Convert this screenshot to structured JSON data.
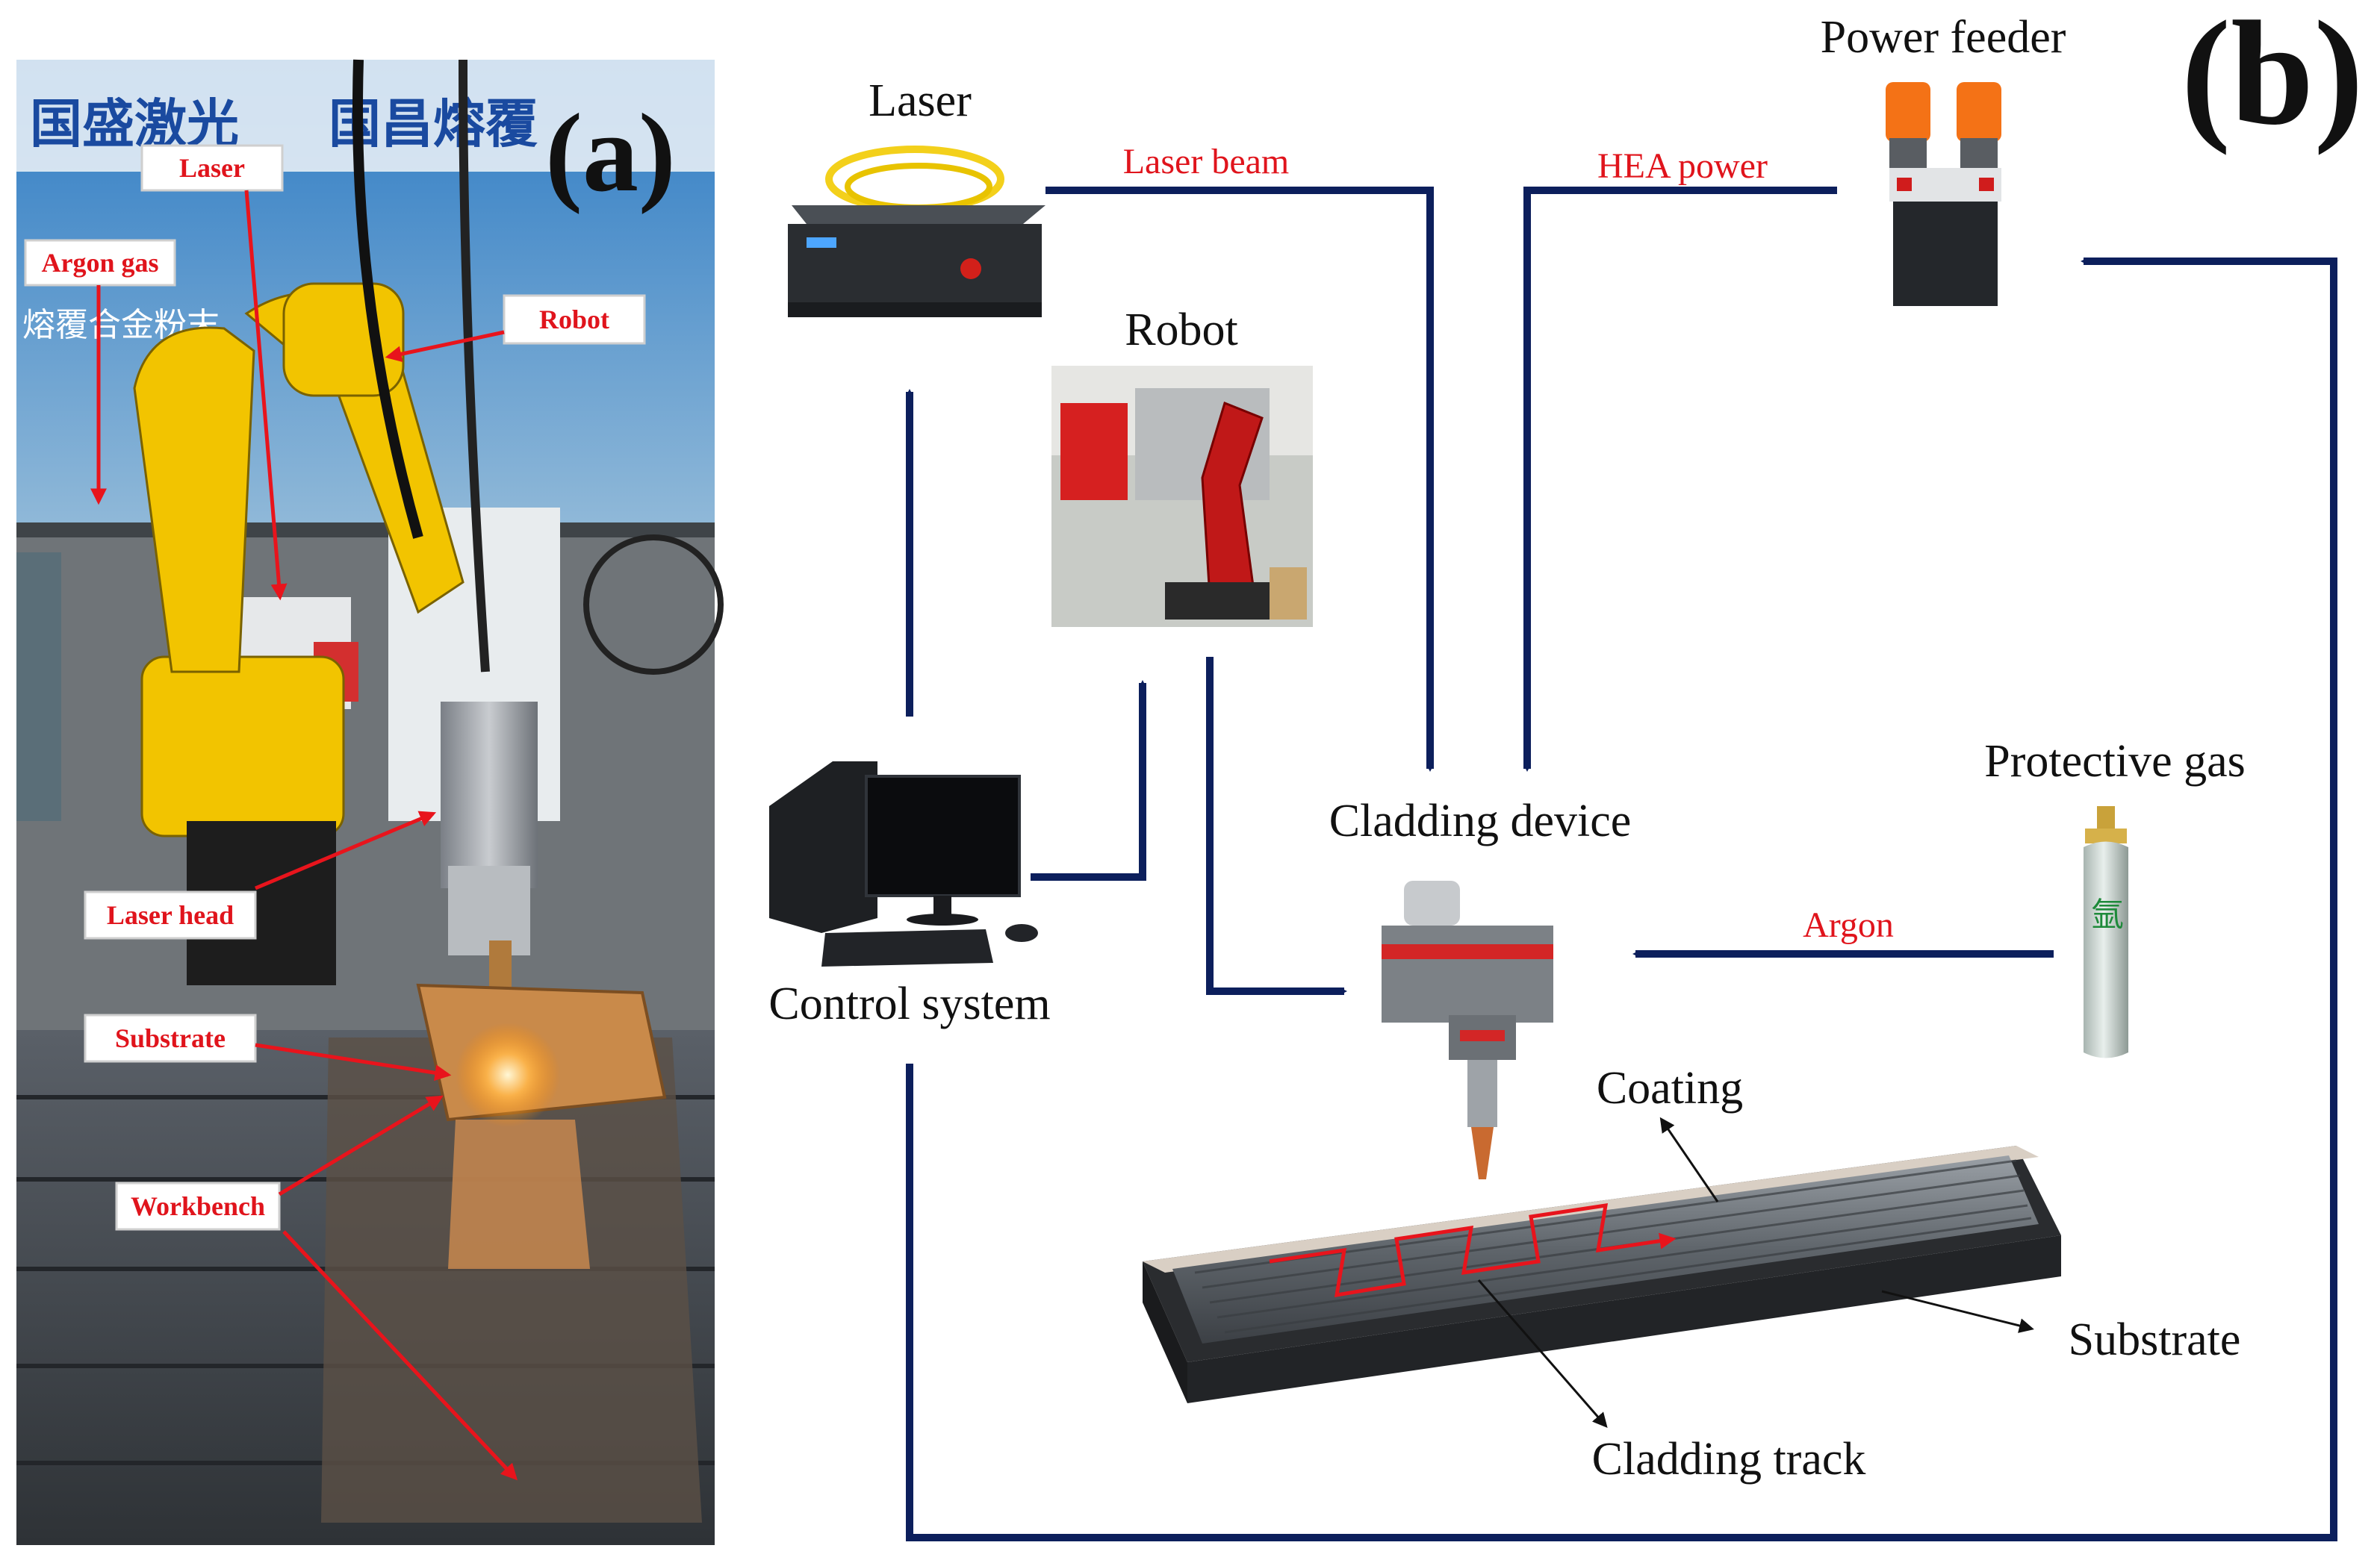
{
  "panel_a": {
    "letter": "(a)",
    "banner_left": "国盛激光",
    "banner_right": "国昌熔覆",
    "banner_small": "熔覆合金粉末",
    "callouts": [
      "Laser",
      "Argon gas",
      "Robot",
      "Laser head",
      "Substrate",
      "Workbench"
    ]
  },
  "panel_b": {
    "letter": "(b)",
    "components": {
      "laser": "Laser",
      "robot": "Robot",
      "power_feeder": "Power feeder",
      "protective_gas": "Protective gas",
      "control_system": "Control system",
      "cladding_device": "Cladding device",
      "coating": "Coating",
      "substrate": "Substrate",
      "cladding_track": "Cladding track"
    },
    "flows": {
      "laser_beam": "Laser beam",
      "hea_power": "HEA power",
      "argon": "Argon"
    },
    "gas_char": "氩"
  },
  "colors": {
    "arrow": "#0c1f5c",
    "red_label": "#e0141c",
    "robot_yellow": "#f2c400"
  }
}
